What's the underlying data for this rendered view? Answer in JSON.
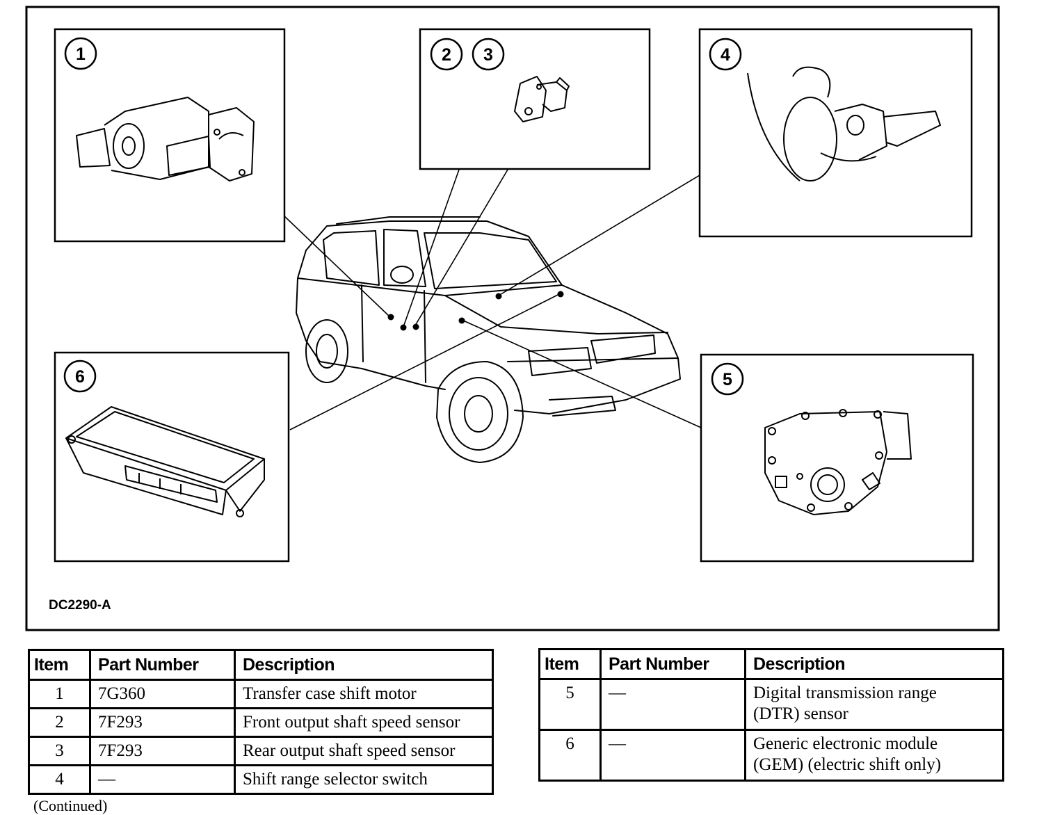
{
  "figure": {
    "code": "DC2290-A",
    "callouts": [
      "1",
      "2",
      "3",
      "4",
      "5",
      "6"
    ]
  },
  "table_left": {
    "headers": [
      "Item",
      "Part Number",
      "Description"
    ],
    "rows": [
      {
        "item": "1",
        "part": "7G360",
        "desc": "Transfer case shift motor"
      },
      {
        "item": "2",
        "part": "7F293",
        "desc": "Front output shaft speed sensor"
      },
      {
        "item": "3",
        "part": "7F293",
        "desc": "Rear output shaft speed sensor"
      },
      {
        "item": "4",
        "part": "—",
        "desc": "Shift range selector switch"
      }
    ]
  },
  "table_right": {
    "headers": [
      "Item",
      "Part Number",
      "Description"
    ],
    "rows": [
      {
        "item": "5",
        "part": "—",
        "desc_line1": "Digital transmission range",
        "desc_line2": "(DTR) sensor"
      },
      {
        "item": "6",
        "part": "—",
        "desc_line1": "Generic electronic module",
        "desc_line2": "(GEM) (electric shift only)"
      }
    ]
  },
  "footer": {
    "continued": "(Continued)"
  }
}
